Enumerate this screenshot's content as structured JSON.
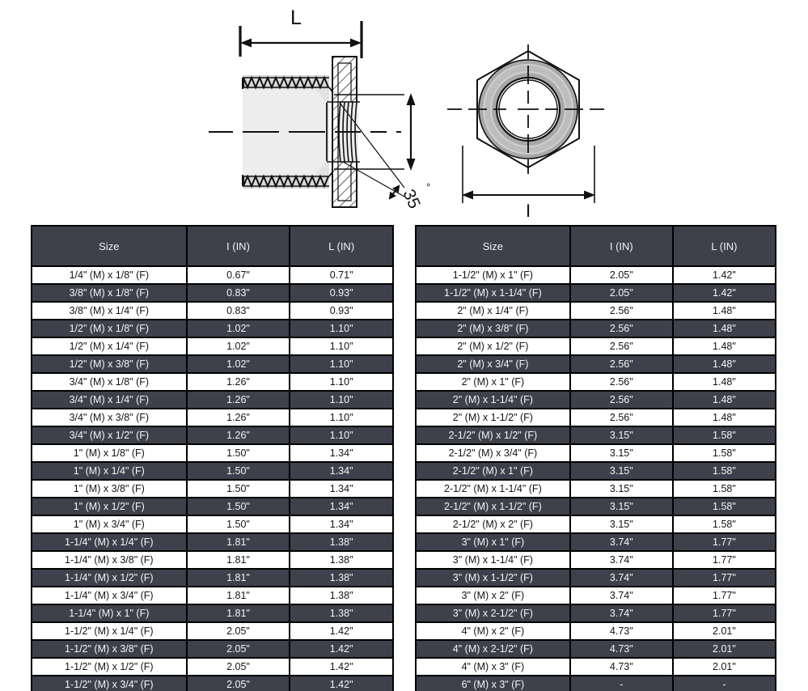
{
  "drawing": {
    "name": "pipe-hex-bushing-technical-drawing",
    "labels": {
      "length_dim": "L",
      "hex_dim": "I",
      "angle": "35",
      "degree_symbol": "°"
    },
    "views": {
      "side_view_name": "section-side-view",
      "end_view_name": "hex-end-view"
    }
  },
  "tables": [
    {
      "name": "dimension-table-left",
      "headers": [
        "Size",
        "I (IN)",
        "L (IN)"
      ],
      "rows": [
        [
          "1/4\" (M) x 1/8\" (F)",
          "0.67\"",
          "0.71\""
        ],
        [
          "3/8\" (M) x 1/8\" (F)",
          "0.83\"",
          "0.93\""
        ],
        [
          "3/8\" (M) x 1/4\" (F)",
          "0.83\"",
          "0.93\""
        ],
        [
          "1/2\" (M) x 1/8\" (F)",
          "1.02\"",
          "1.10\""
        ],
        [
          "1/2\" (M) x 1/4\" (F)",
          "1.02\"",
          "1.10\""
        ],
        [
          "1/2\" (M) x 3/8\" (F)",
          "1.02\"",
          "1.10\""
        ],
        [
          "3/4\" (M) x 1/8\" (F)",
          "1.26\"",
          "1.10\""
        ],
        [
          "3/4\" (M) x 1/4\" (F)",
          "1.26\"",
          "1.10\""
        ],
        [
          "3/4\" (M) x 3/8\" (F)",
          "1.26\"",
          "1.10\""
        ],
        [
          "3/4\" (M) x 1/2\" (F)",
          "1.26\"",
          "1.10\""
        ],
        [
          "1\" (M) x 1/8\" (F)",
          "1.50\"",
          "1.34\""
        ],
        [
          "1\" (M) x 1/4\" (F)",
          "1.50\"",
          "1.34\""
        ],
        [
          "1\" (M) x 3/8\" (F)",
          "1.50\"",
          "1.34\""
        ],
        [
          "1\" (M) x 1/2\" (F)",
          "1.50\"",
          "1.34\""
        ],
        [
          "1\" (M) x 3/4\" (F)",
          "1.50\"",
          "1.34\""
        ],
        [
          "1-1/4\" (M) x 1/4\" (F)",
          "1.81\"",
          "1.38\""
        ],
        [
          "1-1/4\" (M) x 3/8\" (F)",
          "1.81\"",
          "1.38\""
        ],
        [
          "1-1/4\" (M) x 1/2\" (F)",
          "1.81\"",
          "1.38\""
        ],
        [
          "1-1/4\" (M) x 3/4\" (F)",
          "1.81\"",
          "1.38\""
        ],
        [
          "1-1/4\" (M) x 1\" (F)",
          "1.81\"",
          "1.38\""
        ],
        [
          "1-1/2\" (M) x 1/4\" (F)",
          "2.05\"",
          "1.42\""
        ],
        [
          "1-1/2\" (M) x 3/8\" (F)",
          "2.05\"",
          "1.42\""
        ],
        [
          "1-1/2\" (M) x 1/2\" (F)",
          "2.05\"",
          "1.42\""
        ],
        [
          "1-1/2\" (M) x 3/4\" (F)",
          "2.05\"",
          "1.42\""
        ]
      ]
    },
    {
      "name": "dimension-table-right",
      "headers": [
        "Size",
        "I (IN)",
        "L (IN)"
      ],
      "rows": [
        [
          "1-1/2\" (M) x 1\" (F)",
          "2.05\"",
          "1.42\""
        ],
        [
          "1-1/2\" (M) x 1-1/4\" (F)",
          "2.05\"",
          "1.42\""
        ],
        [
          "2\" (M) x 1/4\" (F)",
          "2.56\"",
          "1.48\""
        ],
        [
          "2\" (M) x 3/8\" (F)",
          "2.56\"",
          "1.48\""
        ],
        [
          "2\" (M) x 1/2\" (F)",
          "2.56\"",
          "1.48\""
        ],
        [
          "2\" (M) x 3/4\" (F)",
          "2.56\"",
          "1.48\""
        ],
        [
          "2\" (M) x 1\" (F)",
          "2.56\"",
          "1.48\""
        ],
        [
          "2\" (M) x 1-1/4\" (F)",
          "2.56\"",
          "1.48\""
        ],
        [
          "2\" (M) x 1-1/2\" (F)",
          "2.56\"",
          "1.48\""
        ],
        [
          "2-1/2\" (M) x 1/2\" (F)",
          "3.15\"",
          "1.58\""
        ],
        [
          "2-1/2\" (M) x 3/4\" (F)",
          "3.15\"",
          "1.58\""
        ],
        [
          "2-1/2\" (M) x 1\" (F)",
          "3.15\"",
          "1.58\""
        ],
        [
          "2-1/2\" (M) x 1-1/4\" (F)",
          "3.15\"",
          "1.58\""
        ],
        [
          "2-1/2\" (M) x 1-1/2\" (F)",
          "3.15\"",
          "1.58\""
        ],
        [
          "2-1/2\" (M) x 2\" (F)",
          "3.15\"",
          "1.58\""
        ],
        [
          "3\" (M) x 1\" (F)",
          "3.74\"",
          "1.77\""
        ],
        [
          "3\" (M) x 1-1/4\" (F)",
          "3.74\"",
          "1.77\""
        ],
        [
          "3\" (M) x 1-1/2\" (F)",
          "3.74\"",
          "1.77\""
        ],
        [
          "3\" (M) x 2\" (F)",
          "3.74\"",
          "1.77\""
        ],
        [
          "3\" (M) x 2-1/2\" (F)",
          "3.74\"",
          "1.77\""
        ],
        [
          "4\" (M) x 2\" (F)",
          "4.73\"",
          "2.01\""
        ],
        [
          "4\" (M) x 2-1/2\" (F)",
          "4.73\"",
          "2.01\""
        ],
        [
          "4\" (M) x 3\" (F)",
          "4.73\"",
          "2.01\""
        ],
        [
          "6\" (M) x 3\" (F)",
          "-",
          "-"
        ]
      ]
    }
  ],
  "colors": {
    "header_bg": "#3e414c",
    "row_dark_bg": "#3e414c",
    "row_light_bg": "#ffffff",
    "grid": "#000000",
    "header_text": "#f2f2f2",
    "dark_row_text": "#f5f5f5",
    "light_row_text": "#141414",
    "drawing_line": "#111111",
    "metal_fill": "#d9d9d9",
    "metal_fill_dark": "#a8a8a8"
  }
}
